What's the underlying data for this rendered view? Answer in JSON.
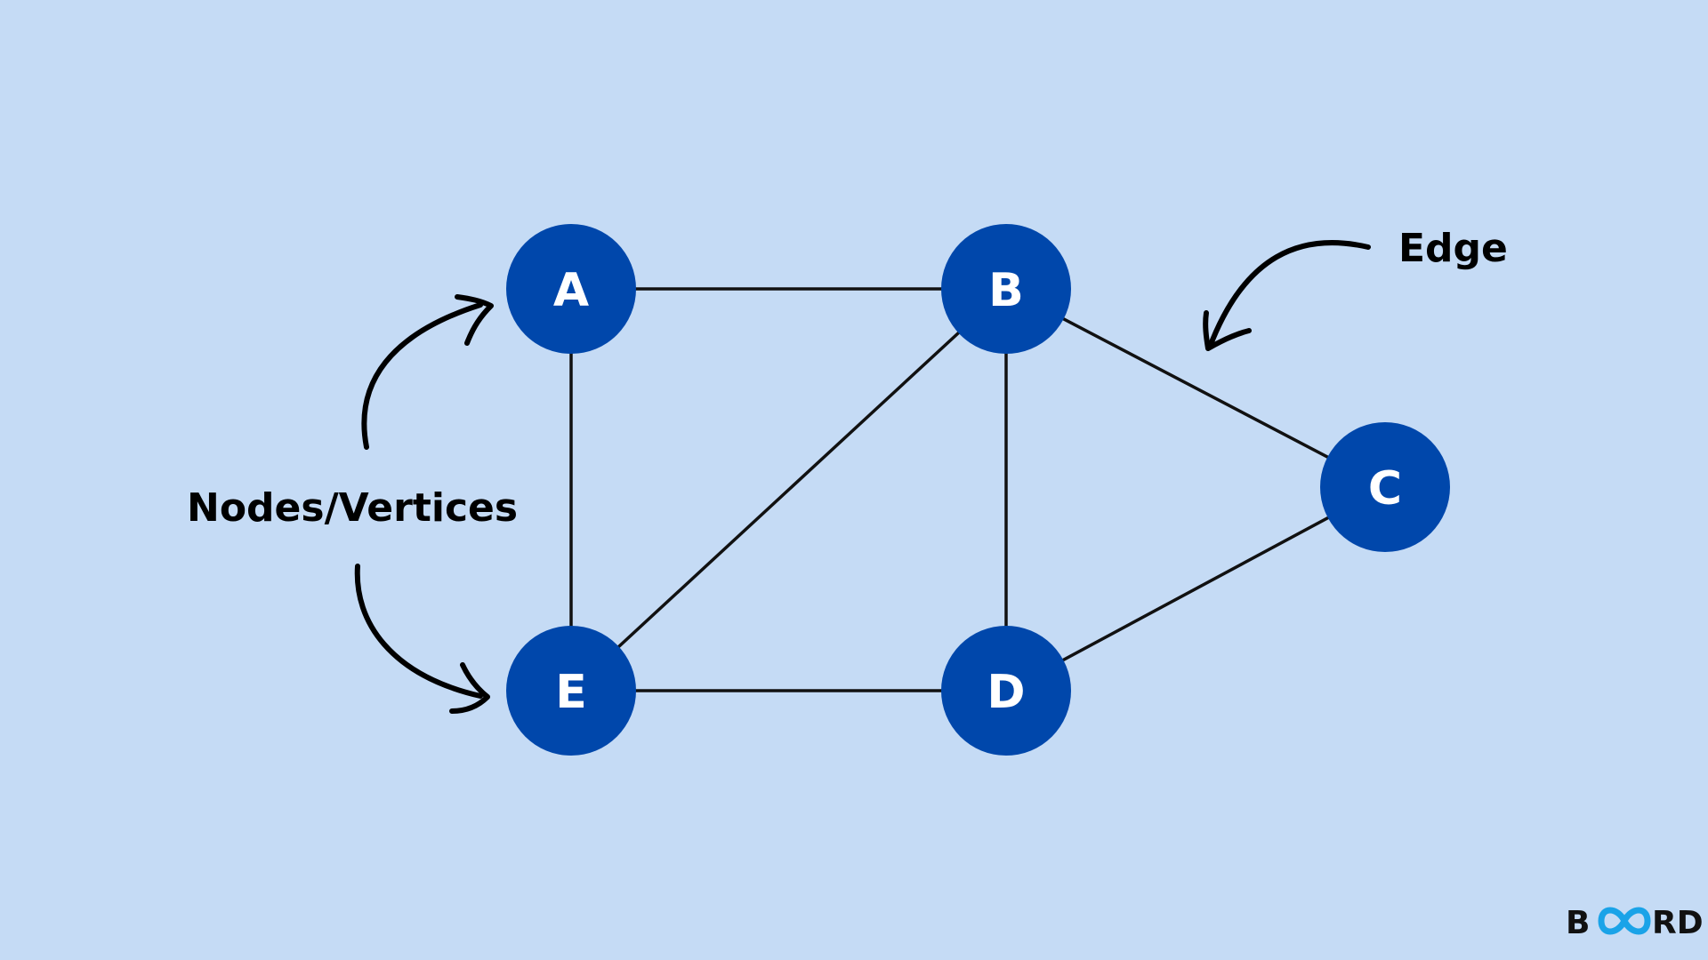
{
  "diagram": {
    "nodes": [
      {
        "id": "A",
        "label": "A"
      },
      {
        "id": "B",
        "label": "B"
      },
      {
        "id": "C",
        "label": "C"
      },
      {
        "id": "D",
        "label": "D"
      },
      {
        "id": "E",
        "label": "E"
      }
    ],
    "edges": [
      {
        "from": "A",
        "to": "B"
      },
      {
        "from": "A",
        "to": "E"
      },
      {
        "from": "B",
        "to": "E"
      },
      {
        "from": "B",
        "to": "D"
      },
      {
        "from": "B",
        "to": "C"
      },
      {
        "from": "E",
        "to": "D"
      },
      {
        "from": "D",
        "to": "C"
      }
    ],
    "annotations": {
      "nodes_label": "Nodes/Vertices",
      "edge_label": "Edge"
    }
  },
  "logo": {
    "letters_left": "B",
    "letters_right": "RD",
    "infinity_icon": "infinity-icon"
  },
  "colors": {
    "background": "#c5dbf5",
    "node_fill": "#0047ab",
    "node_text": "#ffffff",
    "edge": "#111111",
    "logo_accent": "#1aa3e8"
  }
}
